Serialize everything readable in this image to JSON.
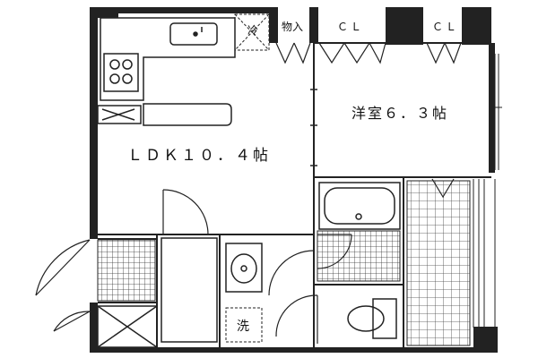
{
  "rooms": {
    "ldk": "ＬＤＫ１０．４帖",
    "yoshitsu": "洋室６．３帖"
  },
  "storage": {
    "monoire": "物入",
    "cl_1": "ＣＬ",
    "cl_2": "ＣＬ"
  },
  "fixtures": {
    "fridge_label": "冷",
    "washer_label": "洗"
  }
}
